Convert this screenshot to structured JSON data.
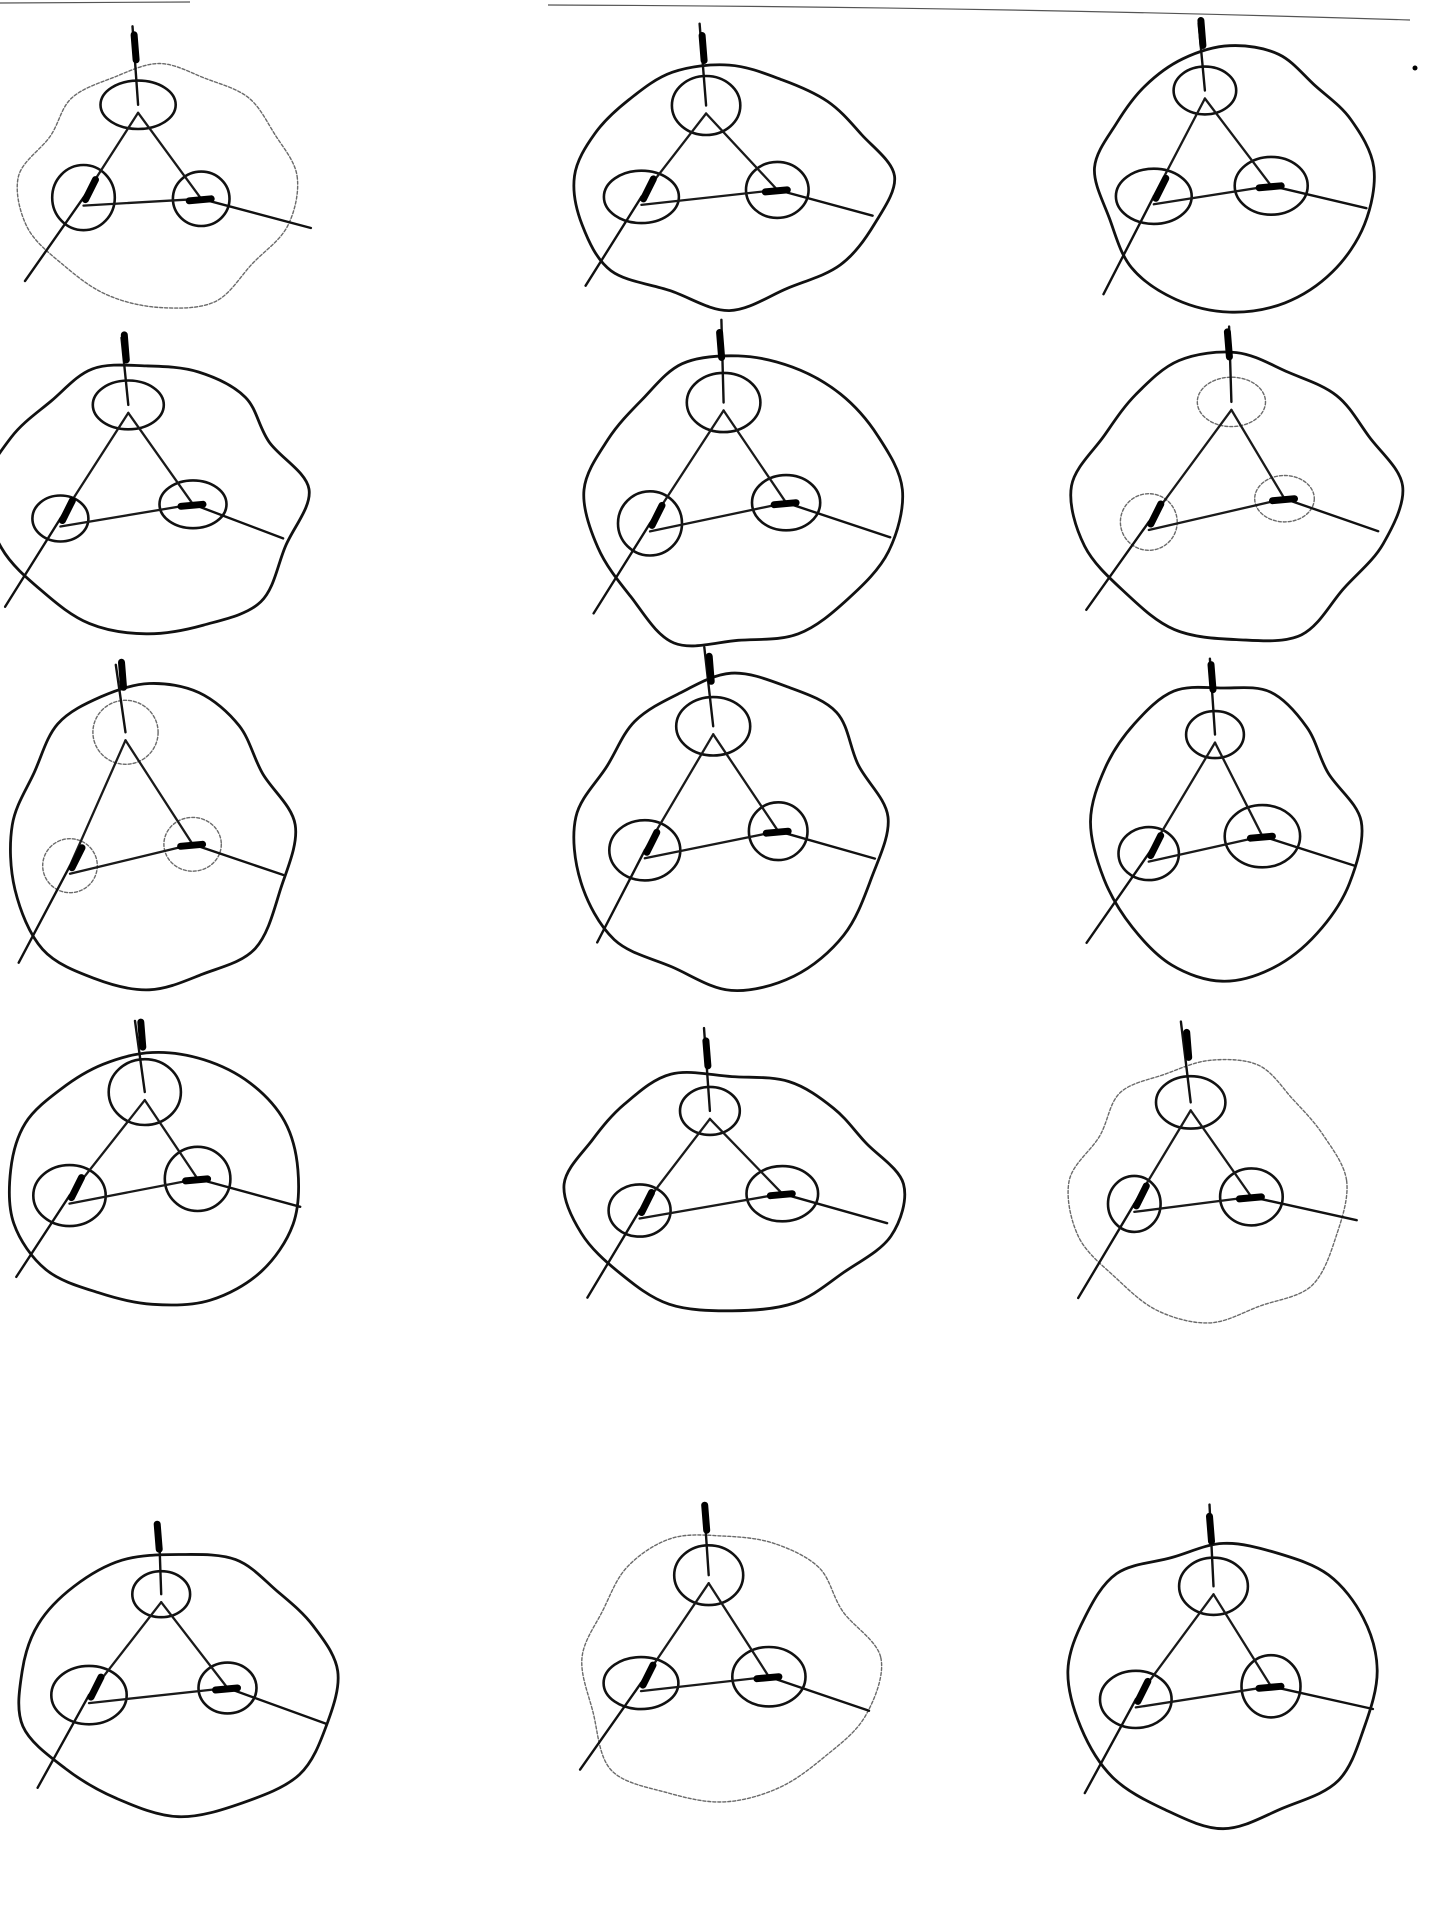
{
  "sheet": {
    "rows": 5,
    "columns": 3,
    "figure_count": 15,
    "ink_color": "#111111",
    "paper_color": "#ffffff",
    "figures": [
      {
        "row": 1,
        "col": 1,
        "faint_blob": true
      },
      {
        "row": 1,
        "col": 2,
        "faint_blob": false
      },
      {
        "row": 1,
        "col": 3,
        "faint_blob": false
      },
      {
        "row": 2,
        "col": 1,
        "faint_blob": false
      },
      {
        "row": 2,
        "col": 2,
        "faint_blob": false
      },
      {
        "row": 2,
        "col": 3,
        "faint_blob": false
      },
      {
        "row": 3,
        "col": 1,
        "faint_blob": false
      },
      {
        "row": 3,
        "col": 2,
        "faint_blob": false
      },
      {
        "row": 3,
        "col": 3,
        "faint_blob": false
      },
      {
        "row": 4,
        "col": 1,
        "faint_blob": false
      },
      {
        "row": 4,
        "col": 2,
        "faint_blob": false
      },
      {
        "row": 4,
        "col": 3,
        "faint_blob": true
      },
      {
        "row": 5,
        "col": 1,
        "faint_blob": false
      },
      {
        "row": 5,
        "col": 2,
        "faint_blob": true
      },
      {
        "row": 5,
        "col": 3,
        "faint_blob": false
      }
    ]
  }
}
